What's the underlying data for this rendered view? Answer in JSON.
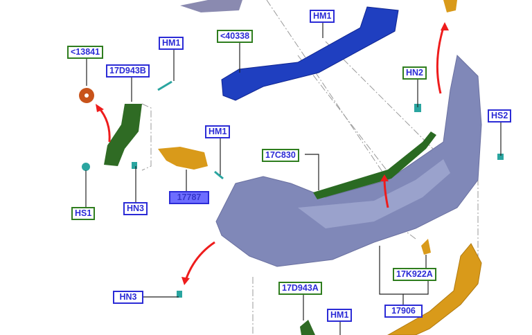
{
  "callouts": {
    "hm1_top": "HM1",
    "c13841": "<13841",
    "hm1_left": "HM1",
    "c40338": "<40338",
    "c17d943b": "17D943B",
    "hn2": "HN2",
    "hs2": "HS2",
    "hm1_mid": "HM1",
    "c17c830": "17C830",
    "c17787": "17787",
    "hs1": "HS1",
    "hn3_left": "HN3",
    "c17k922a": "17K922A",
    "c17d943a": "17D943A",
    "hn3_bottom": "HN3",
    "hm1_bottom": "HM1",
    "c17906": "17906"
  },
  "colors": {
    "bumper": "#8088b8",
    "reinforcement": "#1f3fc0",
    "bracket": "#2f6b24",
    "lower_trim": "#d99a1a",
    "arrow": "#ee1c1c",
    "clip": "#2aa5a0"
  }
}
